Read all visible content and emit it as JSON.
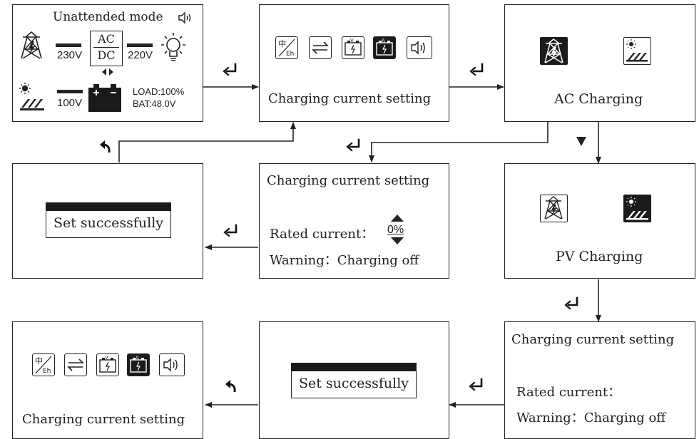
{
  "screen1": {
    "title": "Unattended mode",
    "ac_voltage": "230V",
    "out_voltage": "220V",
    "ac_label": "AC",
    "dc_label": "DC",
    "pv_voltage": "100V",
    "load": "LOAD:100%",
    "bat": "BAT:48.0V"
  },
  "menu_title": "Charging current setting",
  "ac_charging": "AC Charging",
  "pv_charging": "PV Charging",
  "setting": {
    "title": "Charging current setting",
    "rated_label": "Rated current：",
    "rated_value": "0%",
    "warning": "Warning：Charging off"
  },
  "setting2": {
    "title": "Charging current setting",
    "rated_label": "Rated current：",
    "warning": "Warning：Charging off"
  },
  "dialog": {
    "text": "Set successfully"
  },
  "icons": {
    "language": "language-cn-en-icon",
    "transfer": "transfer-arrows-icon",
    "voltage": "battery-voltage-icon",
    "current": "battery-current-icon",
    "sound": "speaker-icon",
    "grid": "power-tower-icon",
    "pv": "solar-panel-icon",
    "enter": "enter-key-icon",
    "back": "return-arrow-icon"
  },
  "colors": {
    "line": "#222222",
    "fill": "#1a1a1a",
    "bg": "#ffffff"
  }
}
